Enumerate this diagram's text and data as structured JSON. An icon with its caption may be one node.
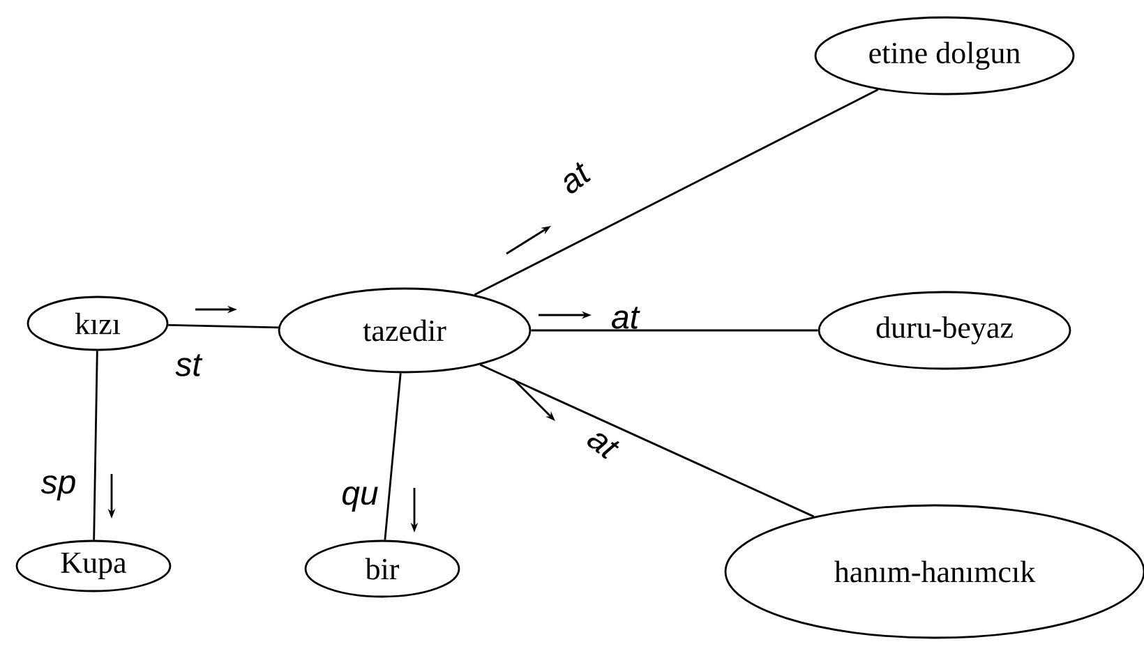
{
  "diagram": {
    "nodes": [
      {
        "text": [
          "kızı"
        ]
      },
      {
        "text": [
          "tazedir"
        ]
      },
      {
        "text": [
          "etine dolgun"
        ]
      },
      {
        "text": [
          "duru-beyaz"
        ]
      },
      {
        "text": [
          "hanım-hanımcık"
        ]
      },
      {
        "text": [
          "Kupa"
        ]
      },
      {
        "text": [
          "bir"
        ]
      }
    ],
    "edges": [
      {
        "from": 0,
        "to": 1,
        "arrow": "none",
        "label": "st"
      },
      {
        "from": 0,
        "to": 5,
        "arrow": "none",
        "label": "sp"
      },
      {
        "from": 1,
        "to": 6,
        "arrow": "none",
        "label": "qu"
      },
      {
        "from": 1,
        "to": 2,
        "arrow": "none",
        "label": "at"
      },
      {
        "from": 1,
        "to": 3,
        "arrow": "none",
        "label": "at"
      },
      {
        "from": 1,
        "to": 4,
        "arrow": "none",
        "label": "at"
      }
    ]
  }
}
